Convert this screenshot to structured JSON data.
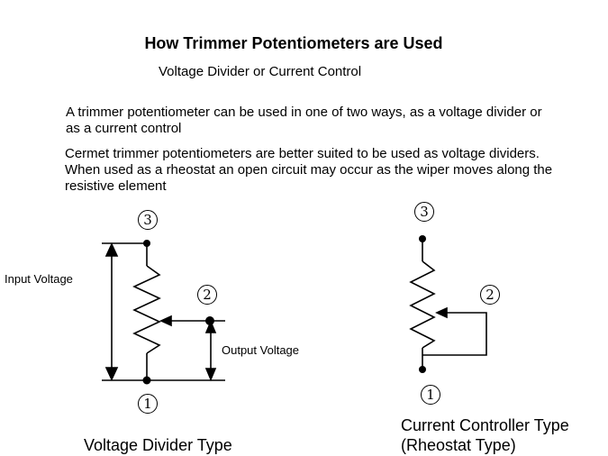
{
  "title": "How Trimmer Potentiometers are Used",
  "subtitle": "Voltage Divider or Current Control",
  "paragraphs": [
    "A trimmer potentiometer can be used in one of two ways, as a voltage divider or as a current control",
    "Cermet trimmer potentiometers are better suited to be used as voltage dividers. When used as a rheostat an open circuit may occur as the wiper moves along the resistive element"
  ],
  "voltage_divider": {
    "input_label": "Input Voltage",
    "output_label": "Output Voltage",
    "terminals": [
      "3",
      "2",
      "1"
    ],
    "caption": "Voltage Divider Type"
  },
  "current_controller": {
    "terminals": [
      "3",
      "2",
      "1"
    ],
    "caption_line1": "Current Controller Type",
    "caption_line2": "(Rheostat Type)"
  }
}
